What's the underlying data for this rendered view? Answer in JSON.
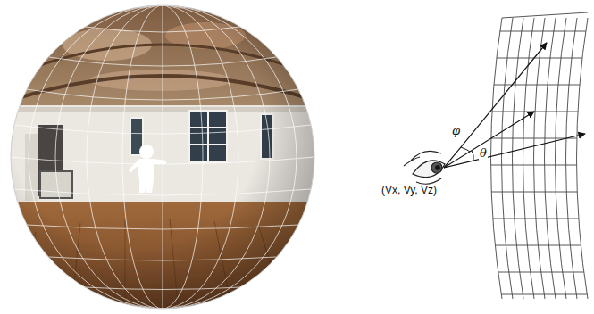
{
  "diagram": {
    "labels": [
      "(Vx, Vy, Vz)",
      "φ",
      "θ"
    ]
  }
}
